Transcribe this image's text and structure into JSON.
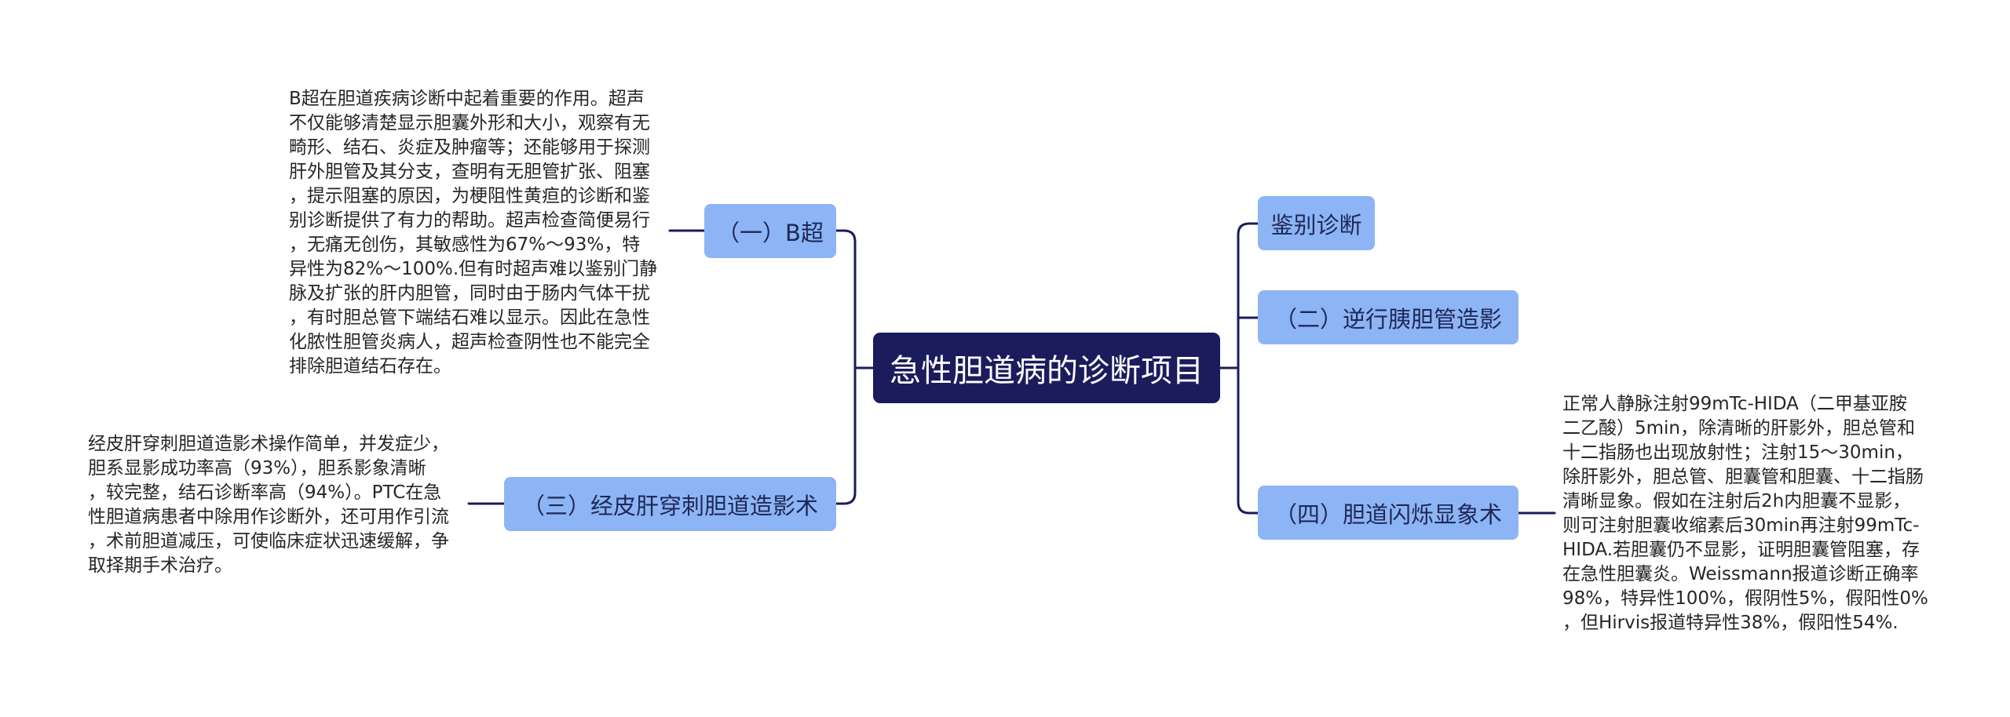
{
  "central": {
    "title": "急性胆道病的诊断项目"
  },
  "branches_left": [
    {
      "label": "（一）B超",
      "note_lines": [
        "B超在胆道疾病诊断中起着重要的作用。超声",
        "不仅能够清楚显示胆囊外形和大小，观察有无",
        "畸形、结石、炎症及肿瘤等；还能够用于探测",
        "肝外胆管及其分支，查明有无胆管扩张、阻塞",
        "，提示阻塞的原因，为梗阻性黄疸的诊断和鉴",
        "别诊断提供了有力的帮助。超声检查简便易行",
        "，无痛无创伤，其敏感性为67%～93%，特",
        "异性为82%～100%.但有时超声难以鉴别门静",
        "脉及扩张的肝内胆管，同时由于肠内气体干扰",
        "，有时胆总管下端结石难以显示。因此在急性",
        "化脓性胆管炎病人，超声检查阴性也不能完全",
        "排除胆道结石存在。"
      ]
    },
    {
      "label": "（三）经皮肝穿刺胆道造影术",
      "note_lines": [
        "经皮肝穿刺胆道造影术操作简单，并发症少，",
        "胆系显影成功率高（93%），胆系影象清晰",
        "，较完整，结石诊断率高（94%）。PTC在急",
        "性胆道病患者中除用作诊断外，还可用作引流",
        "，术前胆道减压，可使临床症状迅速缓解，争",
        "取择期手术治疗。"
      ]
    }
  ],
  "branches_right": [
    {
      "label": "鉴别诊断"
    },
    {
      "label": "（二）逆行胰胆管造影"
    },
    {
      "label": "（四）胆道闪烁显象术",
      "note_lines": [
        "正常人静脉注射99mTc-HIDA（二甲基亚胺",
        "二乙酸）5min，除清晰的肝影外，胆总管和",
        "十二指肠也出现放射性；注射15～30min，",
        "除肝影外，胆总管、胆囊管和胆囊、十二指肠",
        "清晰显象。假如在注射后2h内胆囊不显影，",
        "则可注射胆囊收缩素后30min再注射99mTc-",
        "HIDA.若胆囊仍不显影，证明胆囊管阻塞，存",
        "在急性胆囊炎。Weissmann报道诊断正确率",
        "98%，特异性100%，假阴性5%，假阳性0%",
        "，但Hirvis报道特异性38%，假阳性54%."
      ]
    }
  ],
  "colors": {
    "central_bg": "#1b1c5c",
    "node_bg": "#8db5f5",
    "line": "#1b1c5c",
    "node_text": "#1f2757",
    "note_text": "#262626"
  }
}
